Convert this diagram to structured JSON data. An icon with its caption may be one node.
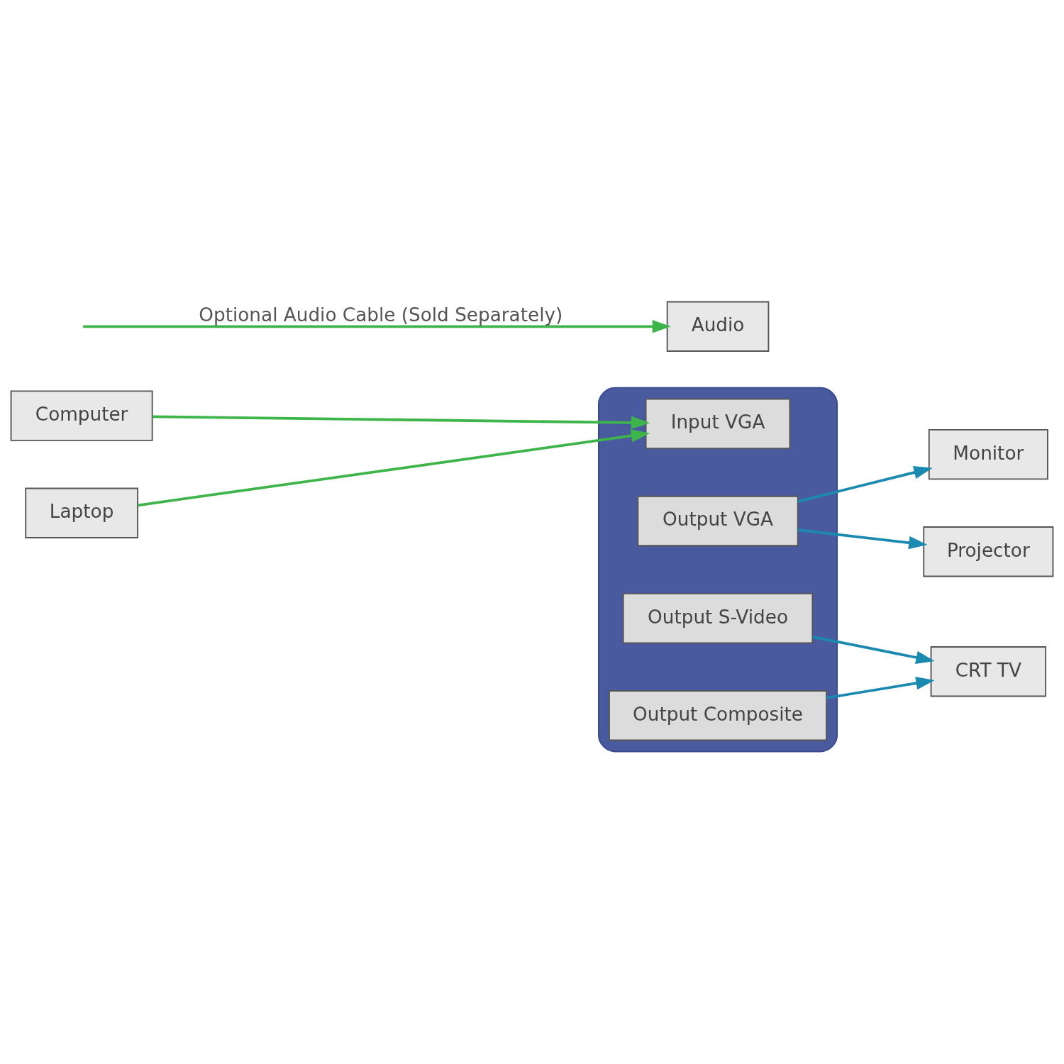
{
  "diagram": {
    "nodes": [
      {
        "text": [
          "Computer"
        ]
      },
      {
        "text": [
          "Laptop"
        ]
      },
      {
        "text": [
          "Audio"
        ]
      },
      {
        "text": [],
        "shape": "picture"
      },
      {
        "text": [
          "Input VGA"
        ],
        "in": 3
      },
      {
        "text": [
          "Output VGA"
        ],
        "in": 3
      },
      {
        "text": [
          "Output S-Video"
        ],
        "in": 3
      },
      {
        "text": [
          "Output Composite"
        ],
        "in": 3
      },
      {
        "text": [
          "Monitor"
        ]
      },
      {
        "text": [
          "Projector"
        ]
      },
      {
        "text": [
          "CRT TV"
        ]
      }
    ],
    "edges": [
      {
        "from": 0,
        "to": 4,
        "arrow": "to",
        "color": "#3db54a"
      },
      {
        "from": 1,
        "to": 4,
        "arrow": "to",
        "color": "#3db54a"
      },
      {
        "from": null,
        "to": 2,
        "arrow": "to",
        "label": "Optional Audio Cable (Sold Separately)",
        "color": "#3db54a"
      },
      {
        "from": 5,
        "to": 8,
        "arrow": "to"
      },
      {
        "from": 5,
        "to": 9,
        "arrow": "to"
      },
      {
        "from": 6,
        "to": 10,
        "arrow": "to"
      },
      {
        "from": 7,
        "to": 10,
        "arrow": "to"
      }
    ]
  }
}
